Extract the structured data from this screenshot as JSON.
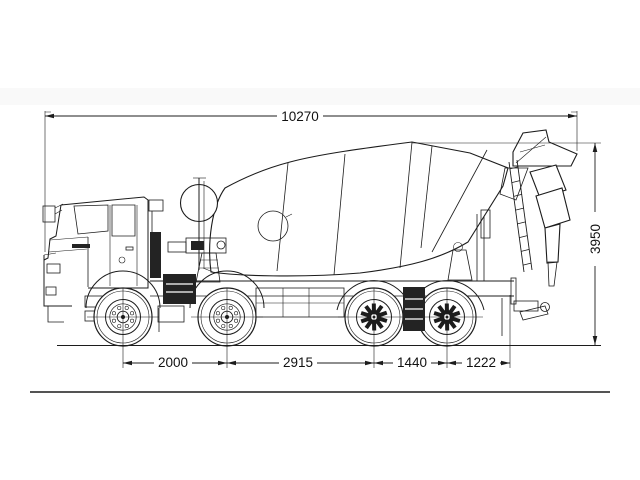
{
  "colors": {
    "line": "#1c1c1c",
    "background": "#ffffff"
  },
  "dimensions": {
    "overall_length": "10270",
    "overall_height": "3950",
    "axle_spacing_1_2": "2000",
    "axle_spacing_2_3": "2915",
    "axle_spacing_3_4": "1440",
    "rear_overhang": "1222"
  }
}
